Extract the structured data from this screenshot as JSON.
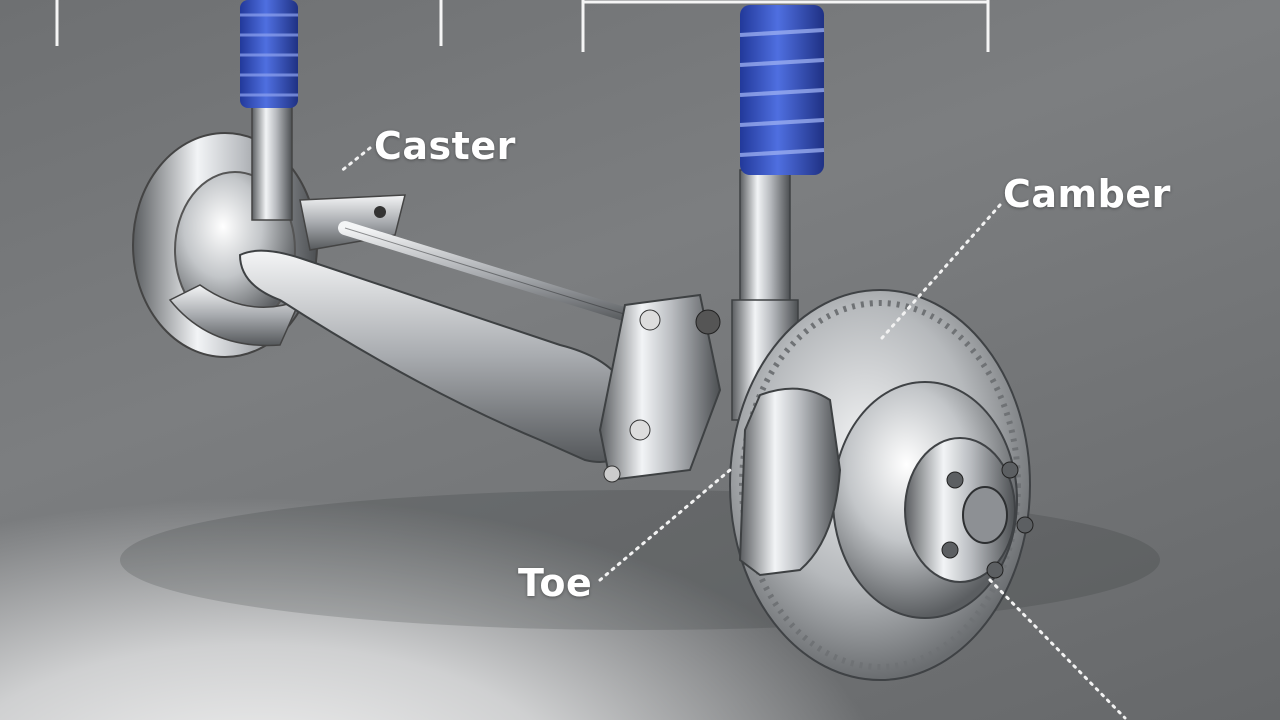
{
  "labels": {
    "caster": "Caster",
    "camber": "Camber",
    "toe": "Toe"
  },
  "colors": {
    "spring_blue": "#3f5fd0",
    "label_white": "#ffffff",
    "chrome_light": "#eef0f2",
    "chrome_dark": "#4a4d50"
  },
  "icons": [
    "front-suspension-illustration"
  ]
}
